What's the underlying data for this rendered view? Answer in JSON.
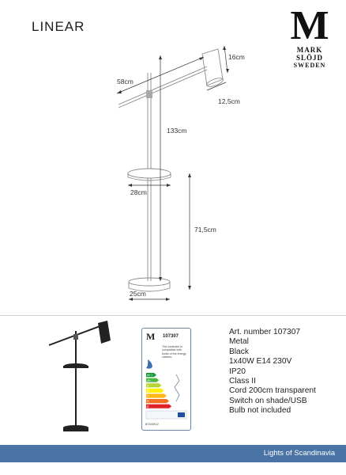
{
  "product": {
    "title": "LINEAR"
  },
  "brand": {
    "mark": "M",
    "line1": "MARK",
    "line2": "SLÖJD",
    "line3": "SWEDEN"
  },
  "dimensions": {
    "shade_height": "16cm",
    "arm_length": "58cm",
    "shade_diameter": "12,5cm",
    "total_height": "133cm",
    "table_diameter": "28cm",
    "table_height": "71,5cm",
    "base_diameter": "25cm"
  },
  "energy_label": {
    "art_number": "107307",
    "note": "This luminaire is compatible with bulbs of the energy classes:",
    "classes": [
      "A++",
      "A+",
      "A",
      "B",
      "C",
      "D",
      "E"
    ],
    "class_colors": [
      "#1a9a3c",
      "#4db848",
      "#b7d433",
      "#fff200",
      "#fcb814",
      "#f26f21",
      "#e02127"
    ],
    "regulation": "874/2012"
  },
  "specs": [
    "Art. number 107307",
    "Metal",
    "Black",
    "1x40W E14 230V",
    "IP20",
    "Class II",
    "Cord 200cm transparent",
    "Switch on shade/USB",
    "Bulb not included"
  ],
  "footer": {
    "text": "Lights of Scandinavia"
  }
}
